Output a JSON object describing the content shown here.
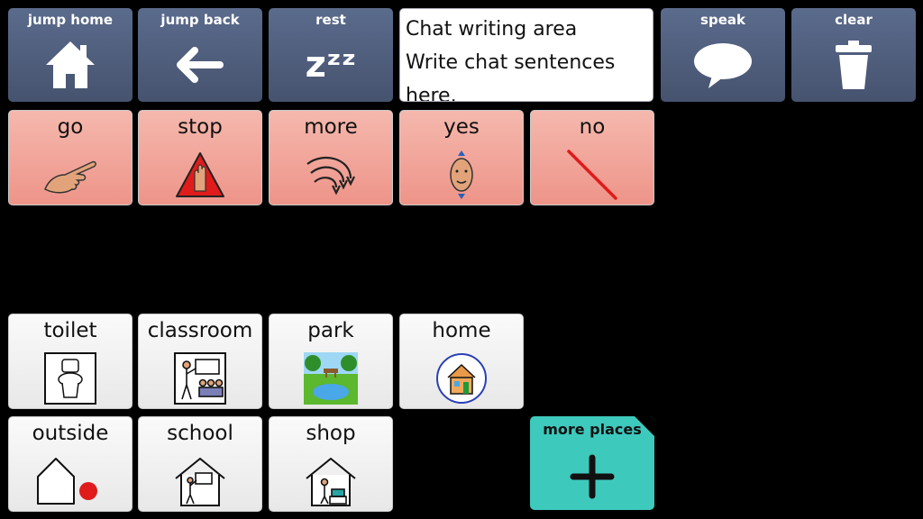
{
  "nav": {
    "jump_home": "jump home",
    "jump_back": "jump back",
    "rest": "rest",
    "rest_glyph": "zᶻᶻ",
    "speak": "speak",
    "clear": "clear"
  },
  "chat": {
    "line1": "Chat writing area",
    "line2": "Write chat sentences",
    "line3": "here."
  },
  "quick": {
    "go": "go",
    "stop": "stop",
    "more": "more",
    "yes": "yes",
    "no": "no"
  },
  "places": {
    "toilet": "toilet",
    "classroom": "classroom",
    "park": "park",
    "home": "home",
    "outside": "outside",
    "school": "school",
    "shop": "shop",
    "more_places": "more places"
  },
  "colors": {
    "nav_bg": "#4e5c7b",
    "quick_bg": "#f1a196",
    "place_bg": "#f0f0f0",
    "more_places_bg": "#3ec9bd"
  },
  "icons": [
    "home-icon",
    "arrow-left-icon",
    "zzz-icon",
    "speech-bubble-icon",
    "trash-icon",
    "pointing-hand-icon",
    "stop-sign-icon",
    "swirl-arrows-icon",
    "nodding-face-icon",
    "slash-icon",
    "toilet-icon",
    "classroom-icon",
    "park-icon",
    "house-icon",
    "outside-house-icon",
    "school-icon",
    "shop-icon",
    "plus-icon"
  ]
}
